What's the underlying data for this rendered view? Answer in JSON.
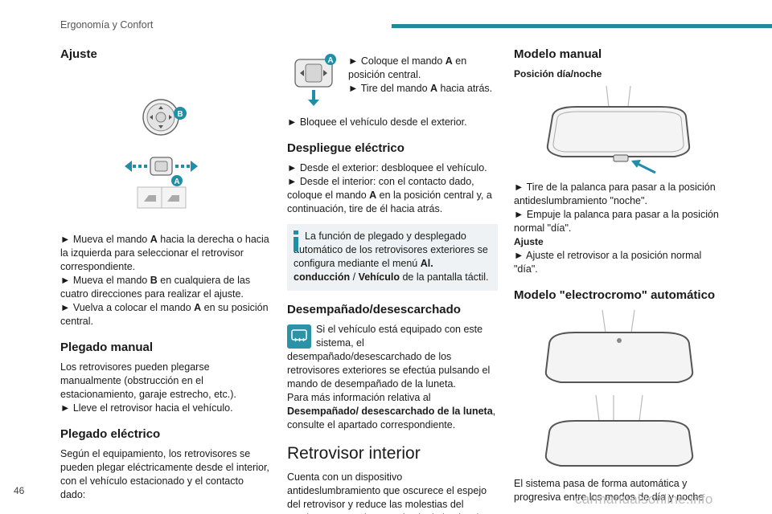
{
  "header": {
    "section_title": "Ergonomía y Confort"
  },
  "footer": {
    "page_number": "46",
    "watermark": "carmanualsonline.info"
  },
  "col1": {
    "ajuste_heading": "Ajuste",
    "figure_labels": {
      "b": "B",
      "a": "A"
    },
    "ajuste_lines": [
      "► Mueva el mando ",
      "A",
      " hacia la derecha o hacia la izquierda para seleccionar el retrovisor correspondiente.",
      "► Mueva el mando ",
      "B",
      " en cualquiera de las cuatro direcciones para realizar el ajuste.",
      "► Vuelva a colocar el mando ",
      "A",
      " en su posición central."
    ],
    "plegado_manual_heading": "Plegado manual",
    "plegado_manual_text": "Los retrovisores pueden plegarse manualmente (obstrucción en el estacionamiento, garaje estrecho, etc.).",
    "plegado_manual_step": "► Lleve el retrovisor hacia el vehículo.",
    "plegado_electrico_heading": "Plegado eléctrico",
    "plegado_electrico_text": "Según el equipamiento, los retrovisores se pueden plegar eléctricamente desde el interior, con el vehículo estacionado y el contacto dado:"
  },
  "col2": {
    "figure_label": "A",
    "step1_a": "► Coloque el mando ",
    "step1_b": "A",
    "step1_c": " en posición central.",
    "step2_a": "► Tire del mando ",
    "step2_b": "A",
    "step2_c": " hacia atrás.",
    "lock_step": "► Bloquee el vehículo desde el exterior.",
    "despliegue_heading": "Despliegue eléctrico",
    "despliegue_1": "► Desde el exterior: desbloquee el vehículo.",
    "despliegue_2a": "► Desde el interior: con el contacto dado, coloque el mando ",
    "despliegue_2b": "A",
    "despliegue_2c": " en la posición central y, a continuación, tire de él hacia atrás.",
    "info_a": "La función de plegado y desplegado automático de los retrovisores exteriores se configura mediante el menú ",
    "info_b": "Al. conducción",
    "info_c": " / ",
    "info_d": "Vehículo",
    "info_e": " de la pantalla táctil.",
    "desempanado_heading": "Desempañado/desescarchado",
    "desempanado_a": "Si el vehículo está equipado con este sistema, el desempañado/desescarchado de los retrovisores exteriores se efectúa pulsando el mando de desempañado de la luneta.",
    "desempanado_b": "Para más información relativa al ",
    "desempanado_c": "Desempañado/ desescarchado de la luneta",
    "desempanado_d": ", consulte el apartado correspondiente.",
    "retrovisor_heading": "Retrovisor interior",
    "retrovisor_text": "Cuenta con un dispositivo antideslumbramiento que oscurece el espejo del retrovisor y reduce las molestias del conductor causadas por el sol, el alumbrado de los otros vehículos, etc."
  },
  "col3": {
    "modelo_manual_heading": "Modelo manual",
    "posicion_subheading": "Posición día/noche",
    "step1": "► Tire de la palanca para pasar a la posición antideslumbramiento \"noche\".",
    "step2": "► Empuje la palanca para pasar a la posición normal \"día\".",
    "ajuste_subheading": "Ajuste",
    "ajuste_step": "► Ajuste el retrovisor a la posición normal \"día\".",
    "electrocromo_heading": "Modelo \"electrocromo\" automático",
    "electrocromo_text": "El sistema pasa de forma automática y progresiva entre los modos de día y noche"
  },
  "colors": {
    "accent": "#1f8a9a",
    "label_circle": "#1f8fa8",
    "info_bg": "#eef2f4"
  },
  "icons": [
    "mirror-control-icon",
    "arrow-left-icon",
    "arrow-right-icon",
    "arrow-down-icon",
    "info-icon",
    "rear-defrost-icon",
    "mirror-icon"
  ]
}
